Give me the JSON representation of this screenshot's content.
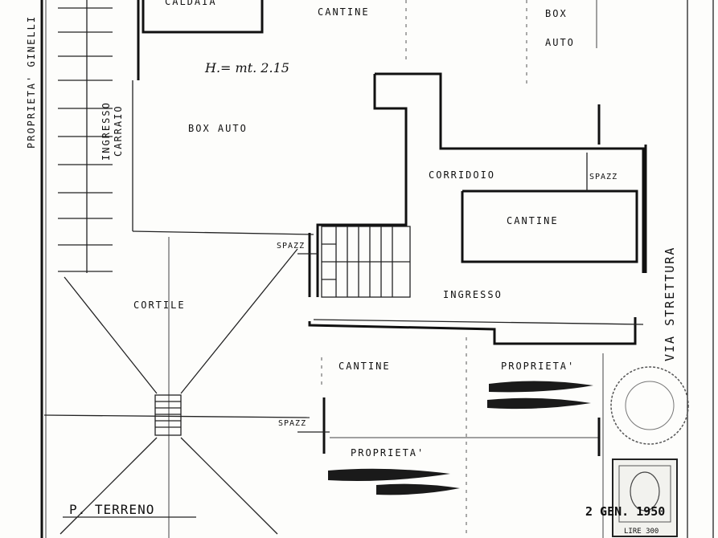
{
  "labels": {
    "caldaia": "CALDAIA",
    "cantine_top": "CANTINE",
    "box_auto_right_1": "BOX",
    "box_auto_right_2": "AUTO",
    "height_note": "H.= mt. 2.15",
    "box_auto_main": "BOX AUTO",
    "ingresso_carraio_1": "INGRESSO",
    "ingresso_carraio_2": "CARRAIO",
    "proprieta_ginelli": "PROPRIETA' GINELLI",
    "corridoio": "CORRIDOIO",
    "spazz_right": "SPAZZ",
    "cantine_mid": "CANTINE",
    "spazz_left": "SPAZZ",
    "cortile": "CORTILE",
    "ingresso": "INGRESSO",
    "cantine_bottom": "CANTINE",
    "proprieta_right": "PROPRIETA'",
    "spazz_bottom": "SPAZZ",
    "proprieta_bottom": "PROPRIETA'",
    "via_strettura": "VIA STRETTURA",
    "floor_title": "P. TERRENO",
    "stamp_date": "2 GEN. 1950",
    "stamp_value": "LIRE 300"
  },
  "colors": {
    "ink": "#111111",
    "paper": "#fdfdfb",
    "redaction": "#1a1a1a"
  }
}
